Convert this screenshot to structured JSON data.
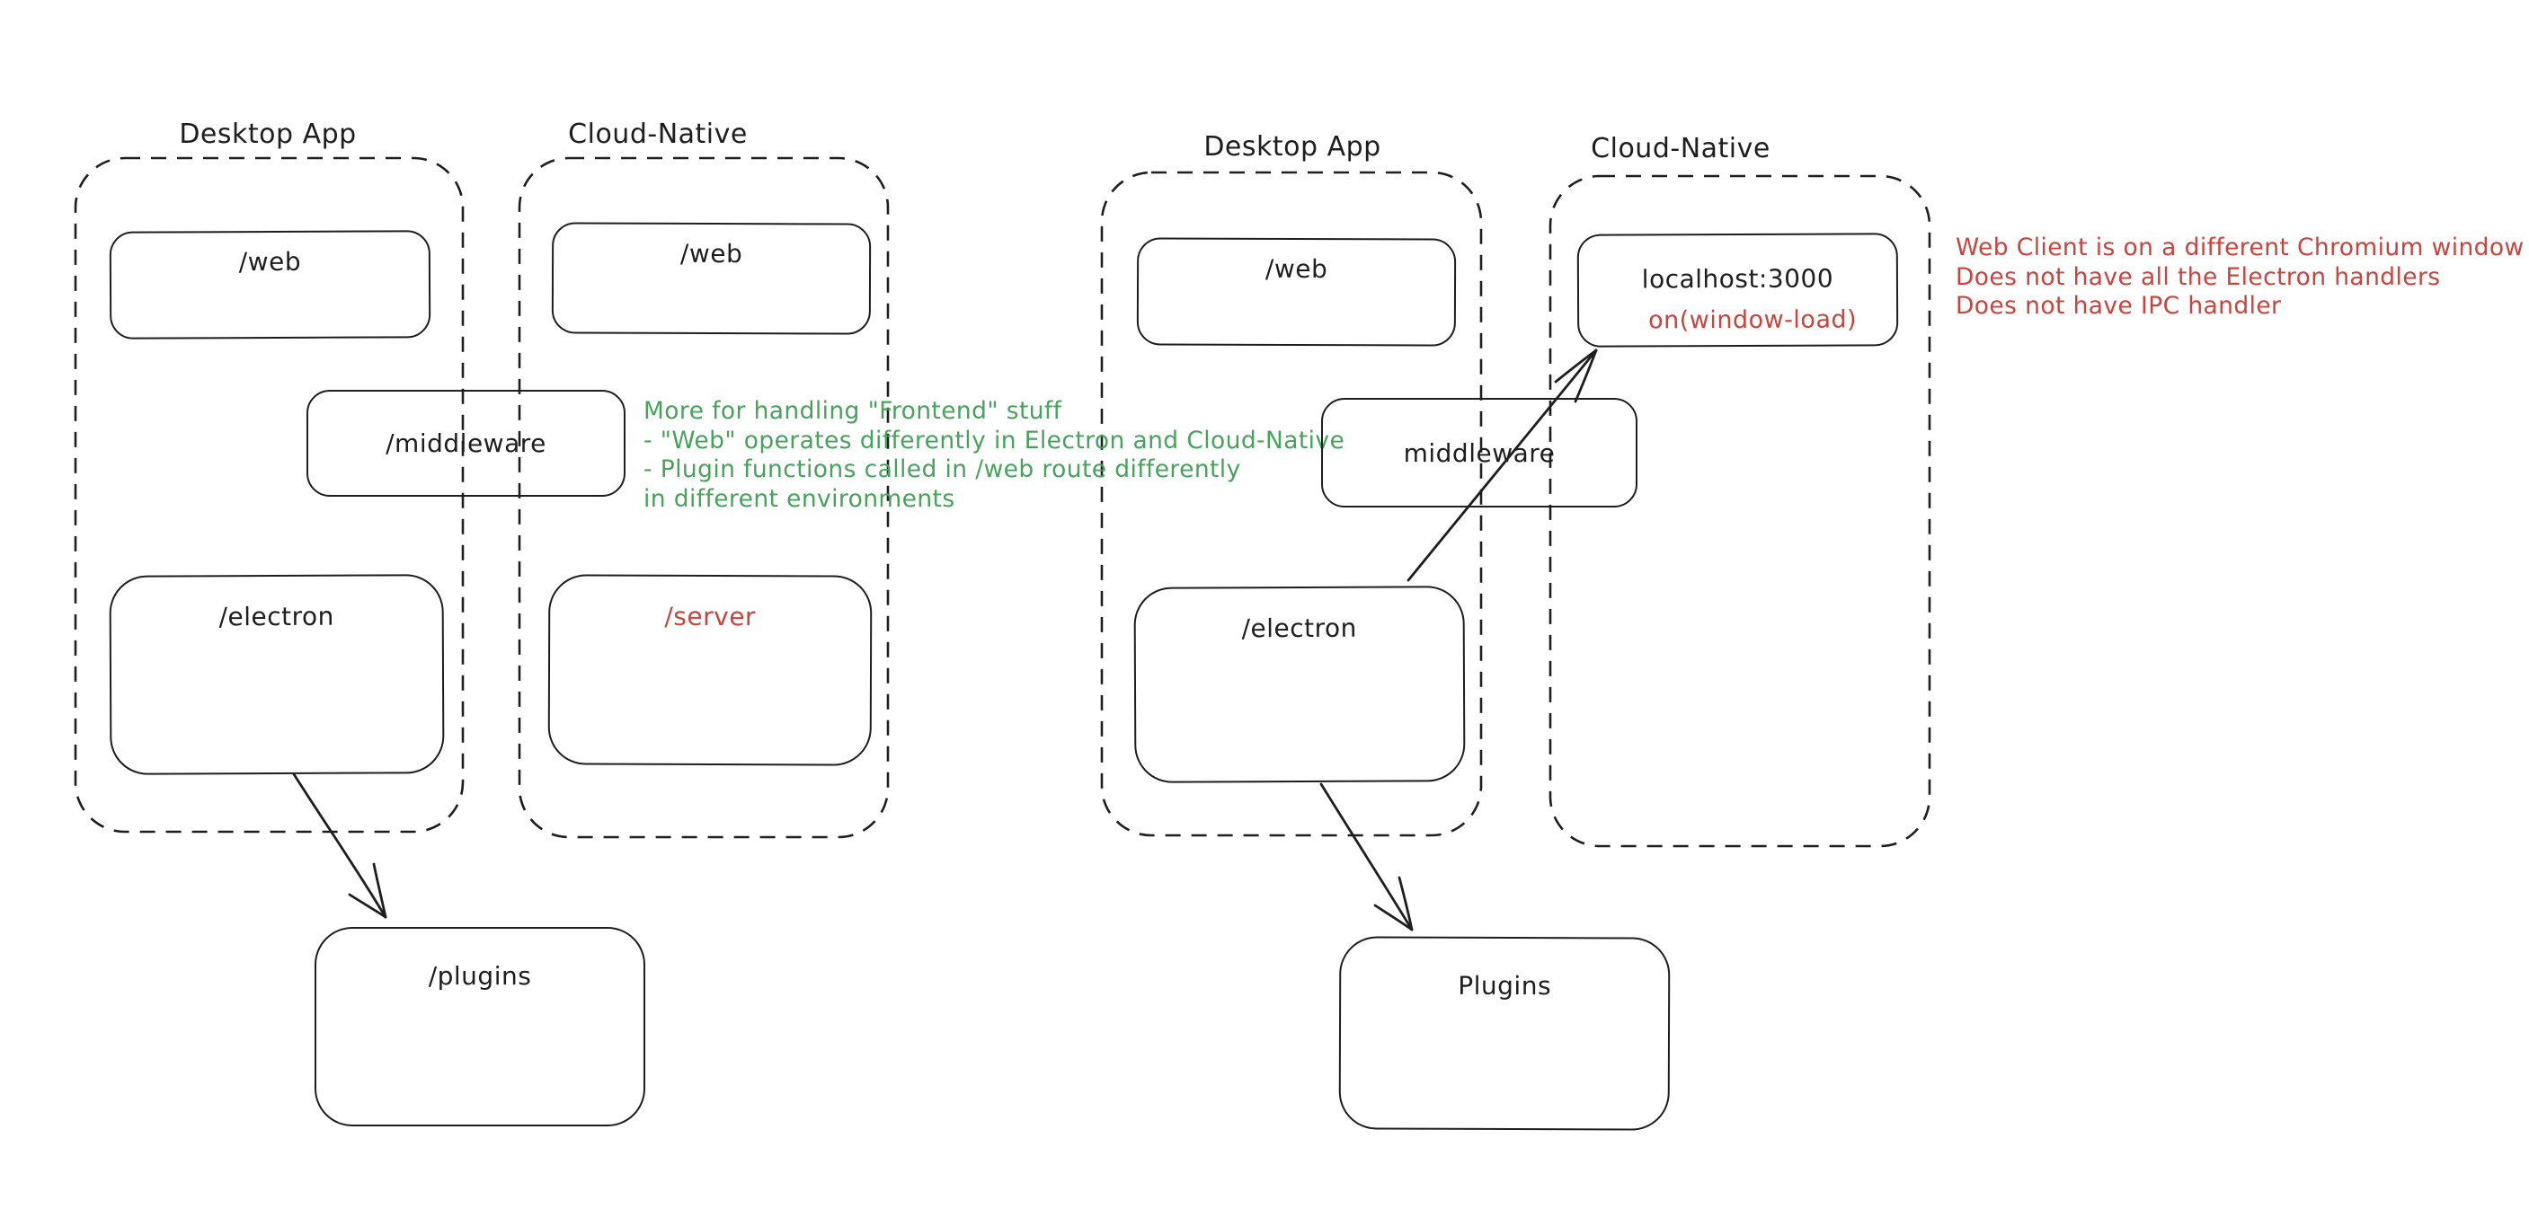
{
  "diagram_left": {
    "desktop_label": "Desktop App",
    "cloud_label": "Cloud-Native",
    "boxes": {
      "web_desktop": "/web",
      "web_cloud": "/web",
      "middleware": "/middleware",
      "electron": "/electron",
      "server": "/server",
      "plugins": "/plugins"
    }
  },
  "diagram_right": {
    "desktop_label": "Desktop App",
    "cloud_label": "Cloud-Native",
    "boxes": {
      "web": "/web",
      "localhost": "localhost:3000",
      "window_load": "on(window-load)",
      "middleware": "middleware",
      "electron": "/electron",
      "plugins": "Plugins"
    }
  },
  "annotations": {
    "green_note": {
      "color": "#47a35c",
      "lines": [
        "More for handling \"Frontend\" stuff",
        "- \"Web\" operates differently in Electron and Cloud-Native",
        "- Plugin functions called in /web route differently",
        "in different environments"
      ]
    },
    "red_note": {
      "color": "#cc423c",
      "lines": [
        "Web Client is on a different Chromium window",
        "Does not have all the Electron handlers",
        "Does not have IPC handler"
      ]
    }
  },
  "colors": {
    "ink": "#1e1e1e",
    "green": "#47a35c",
    "red": "#cc423c",
    "background": "#ffffff"
  }
}
